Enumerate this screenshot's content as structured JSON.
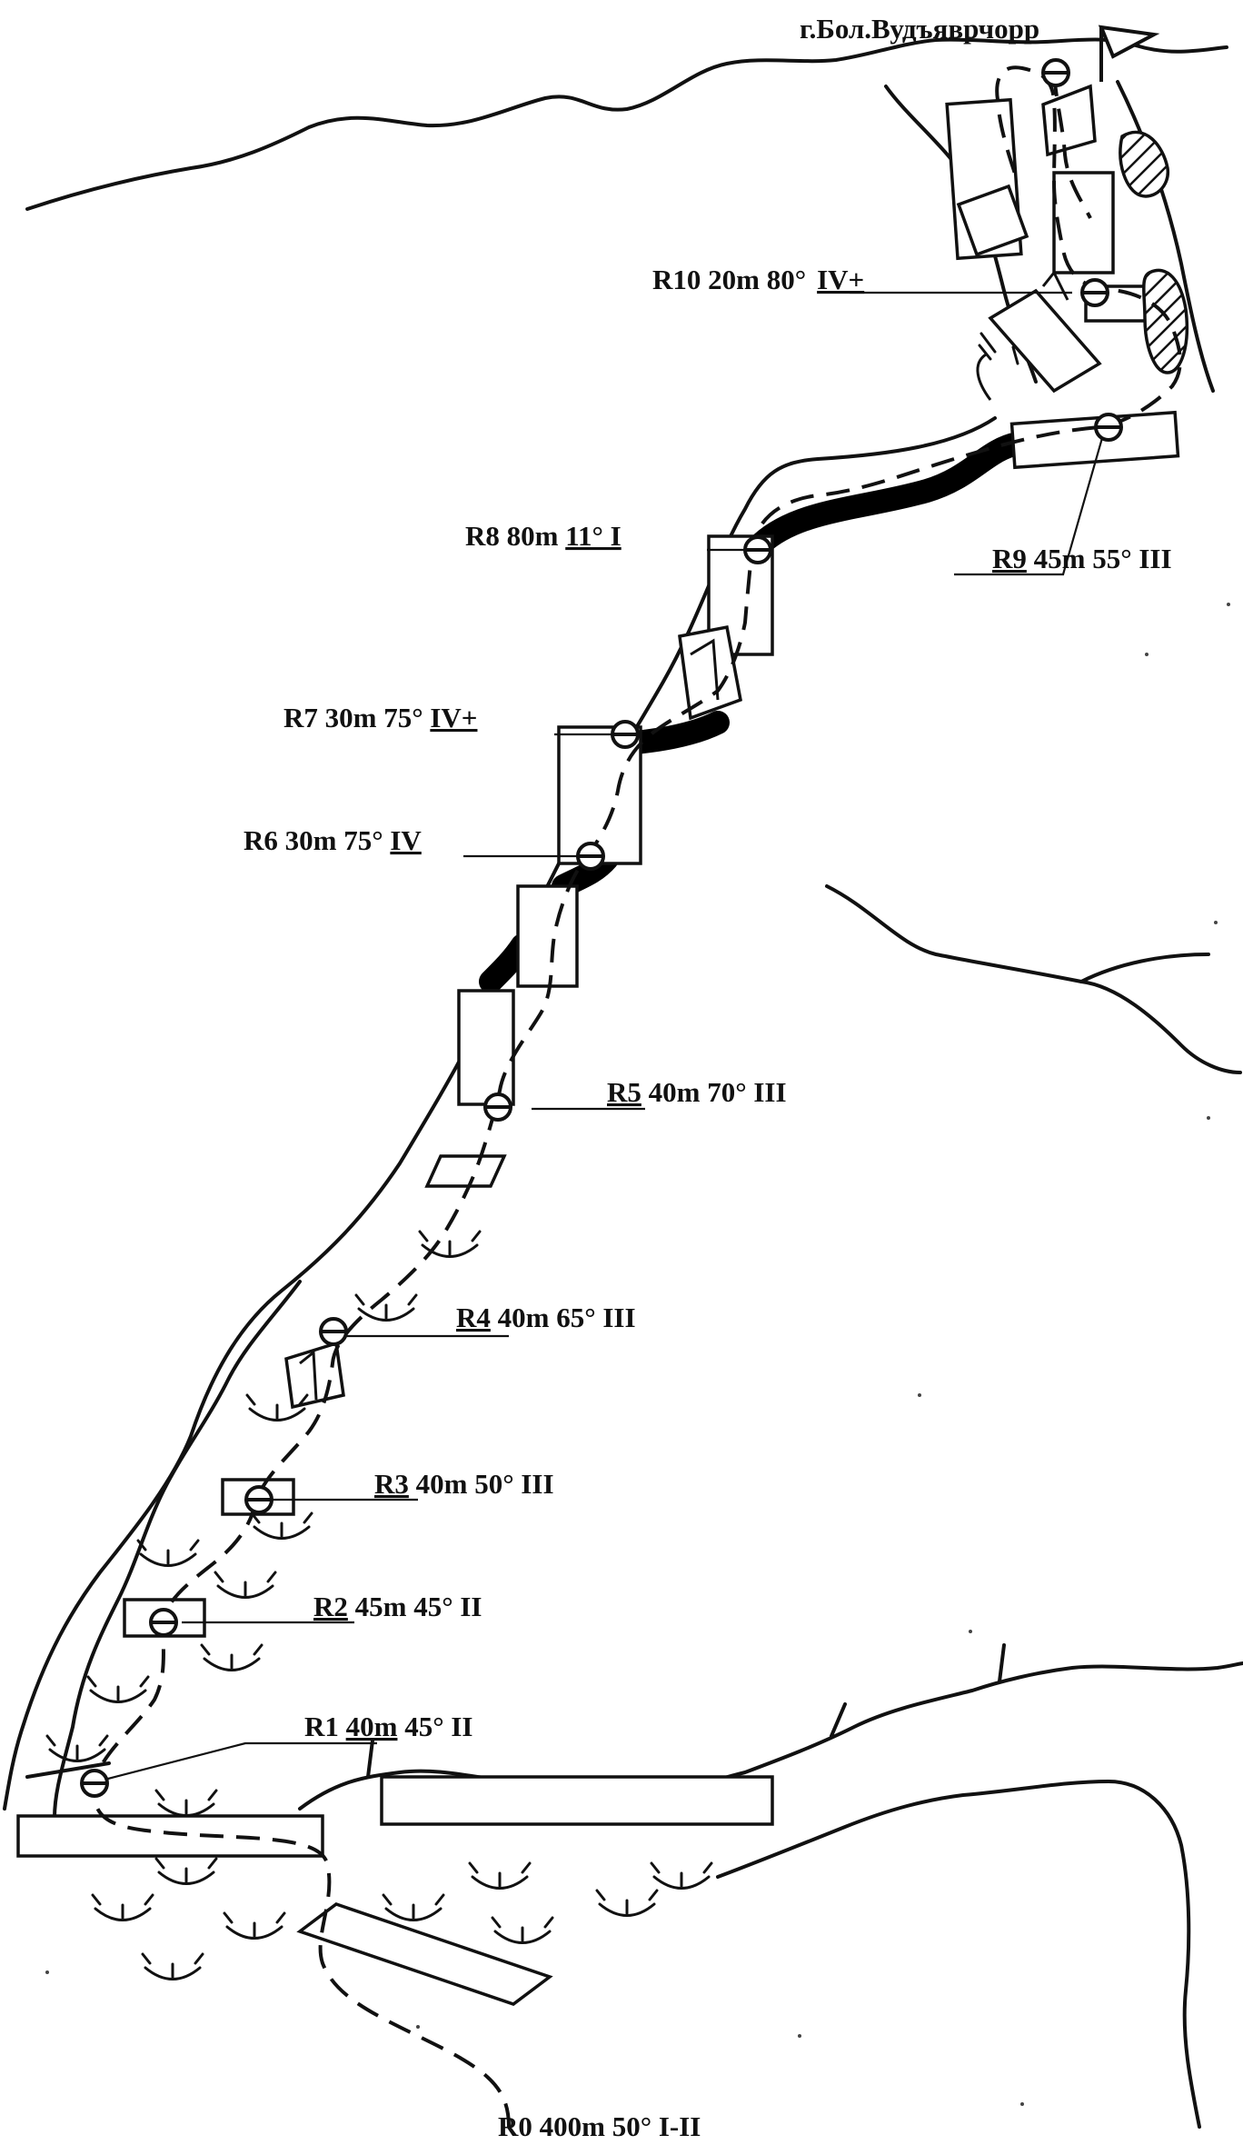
{
  "summit": {
    "name": "г.Бол.Вудъяврчорр"
  },
  "pitches": [
    {
      "station": "R10",
      "pre": "R10 20m 80°",
      "grade": "IV+",
      "post": ""
    },
    {
      "station": "R9",
      "pre": "",
      "underlined": "R9",
      "post": " 45m 55° III"
    },
    {
      "station": "R8",
      "pre": "R8 80m ",
      "underlined": "11° I",
      "post": ""
    },
    {
      "station": "R7",
      "pre": "R7 30m 75° ",
      "underlined": "IV+",
      "post": ""
    },
    {
      "station": "R6",
      "pre": "R6 30m 75° ",
      "underlined": "IV",
      "post": ""
    },
    {
      "station": "R5",
      "pre": "",
      "underlined": "R5",
      "post": " 40m 70° III"
    },
    {
      "station": "R4",
      "pre": "",
      "underlined": "R4",
      "post": " 40m 65° III"
    },
    {
      "station": "R3",
      "pre": "",
      "underlined": "R3",
      "post": " 40m 50° III"
    },
    {
      "station": "R2",
      "pre": "",
      "underlined": "R2",
      "post": " 45m 45° II"
    },
    {
      "station": "R1",
      "pre": "R1 ",
      "underlined": "40m",
      "post": " 45° II"
    },
    {
      "station": "R0",
      "pre": "R0 400m 50° I-II",
      "underlined": "",
      "post": ""
    }
  ]
}
